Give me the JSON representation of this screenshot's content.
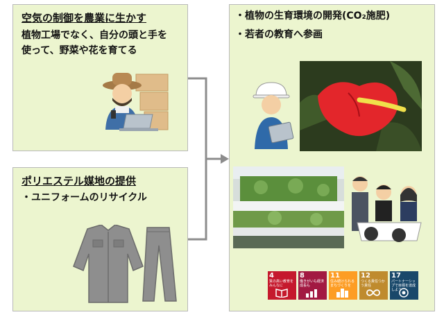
{
  "box_control": {
    "title": "空気の制御を農業に生かす",
    "line1": "植物工場でなく、自分の頭と手を",
    "line2": "使って、野菜や花を育てる"
  },
  "box_polyester": {
    "title": "ポリエステル媒地の提供",
    "item1": "・ユニフォームのリサイクル"
  },
  "box_right": {
    "item1": "・植物の生育環境の開発(CO₂施肥)",
    "item2": "・若者の教育へ参画"
  },
  "sdgs": [
    {
      "number": "4",
      "label": "質の高い教育をみんなに",
      "color": "#c5192d",
      "icon": "book-icon"
    },
    {
      "number": "8",
      "label": "働きがいも経済成長も",
      "color": "#a21942",
      "icon": "growth-chart-icon"
    },
    {
      "number": "11",
      "label": "住み続けられるまちづくりを",
      "color": "#fd9d24",
      "icon": "city-icon"
    },
    {
      "number": "12",
      "label": "つくる責任つかう責任",
      "color": "#bf8b2e",
      "icon": "infinity-icon"
    },
    {
      "number": "17",
      "label": "パートナーシップで目標を達成しよう",
      "color": "#19486a",
      "icon": "flower-icon"
    }
  ]
}
